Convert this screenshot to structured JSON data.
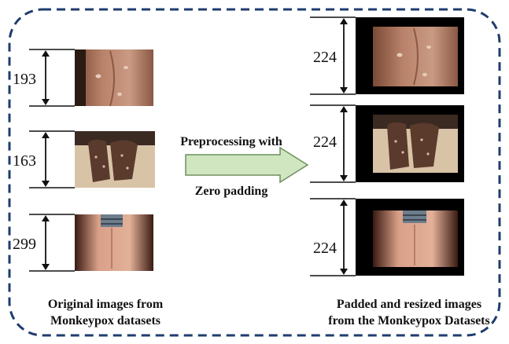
{
  "left": {
    "dimension_labels": [
      "193",
      "163",
      "299"
    ],
    "caption_lines": [
      "Original images from",
      "Monkeypox datasets"
    ]
  },
  "middle": {
    "arrow_label_top": "Preprocessing with",
    "arrow_label_bottom": "Zero padding",
    "arrow_color": "#cfe6c0",
    "arrow_stroke": "#6f8f5f"
  },
  "right": {
    "dimension_labels": [
      "224",
      "224",
      "224"
    ],
    "caption_lines": [
      "Padded and resized images",
      "from the Monkeypox Datasets"
    ]
  },
  "colors": {
    "border_dash": "#1f3d6e",
    "padding_black": "#000000",
    "skin_light": "#c89a80",
    "skin_dark": "#5e3a2a"
  }
}
